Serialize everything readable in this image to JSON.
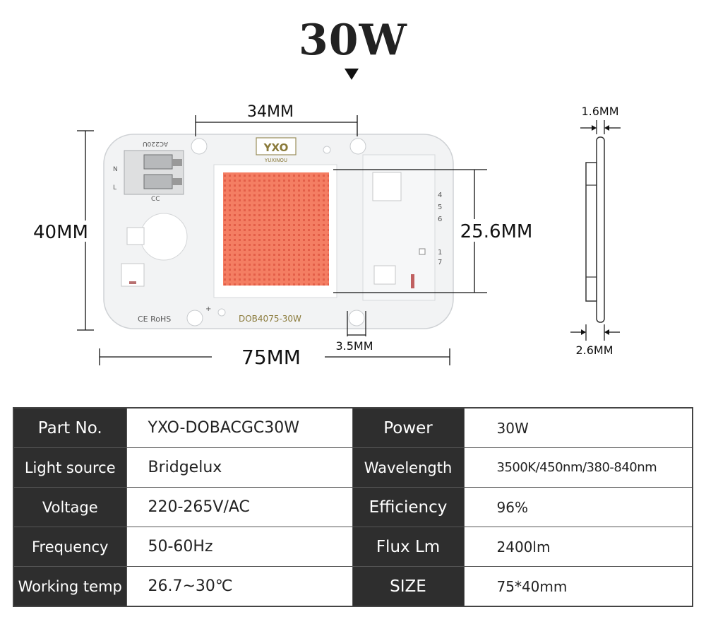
{
  "header": {
    "title": "30W"
  },
  "chip": {
    "brand_logo": "YXO",
    "brand_name": "YUXINOU",
    "ac_label": "AC220U",
    "n_label": "N",
    "l_label": "L",
    "cc_label": "CC",
    "cert_label": "CE RoHS",
    "plus_label": "+",
    "model_label": "DOB4075-30W",
    "pin_labels": [
      "4",
      "5",
      "6",
      "1",
      "7"
    ],
    "led_color": "#f47e63"
  },
  "dimensions": {
    "hole_spacing": "34MM",
    "height": "40MM",
    "led_size": "25.6MM",
    "width": "75MM",
    "hole_diameter": "3.5MM",
    "pcb_thickness": "1.6MM",
    "total_thickness": "2.6MM"
  },
  "specs": [
    {
      "label": "Part No.",
      "value": "YXO-DOBACGC30W",
      "label2": "Power",
      "value2": "30W"
    },
    {
      "label": "Light source",
      "value": "Bridgelux",
      "label2": "Wavelength",
      "value2": "3500K/450nm/380-840nm"
    },
    {
      "label": "Voltage",
      "value": "220-265V/AC",
      "label2": "Efficiency",
      "value2": "96%"
    },
    {
      "label": "Frequency",
      "value": "50-60Hz",
      "label2": "Flux Lm",
      "value2": "2400lm"
    },
    {
      "label": "Working temp",
      "value": "26.7~30℃",
      "label2": "SIZE",
      "value2": "75*40mm"
    }
  ]
}
